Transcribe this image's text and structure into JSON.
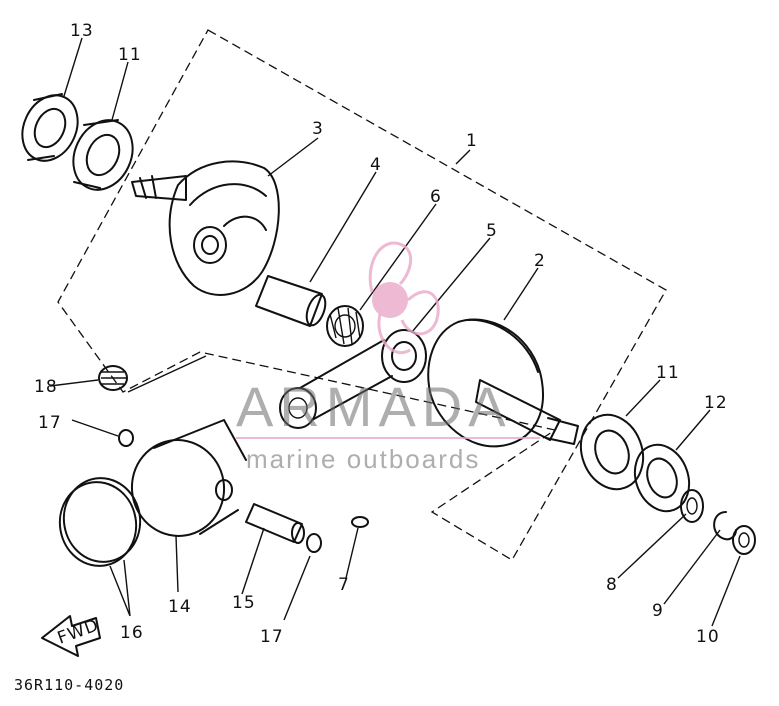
{
  "diagram": {
    "part_labels": [
      "1",
      "2",
      "3",
      "4",
      "5",
      "6",
      "7",
      "8",
      "9",
      "10",
      "11",
      "11",
      "12",
      "13",
      "14",
      "15",
      "16",
      "17",
      "17",
      "18"
    ],
    "drawing_code": "36R110-4020",
    "direction_label": "FWD"
  },
  "watermark": {
    "brand": "ARMADA",
    "tagline": "marine outboards",
    "accent_color": "#e8a8c8",
    "text_color": "#6b6b6b"
  }
}
